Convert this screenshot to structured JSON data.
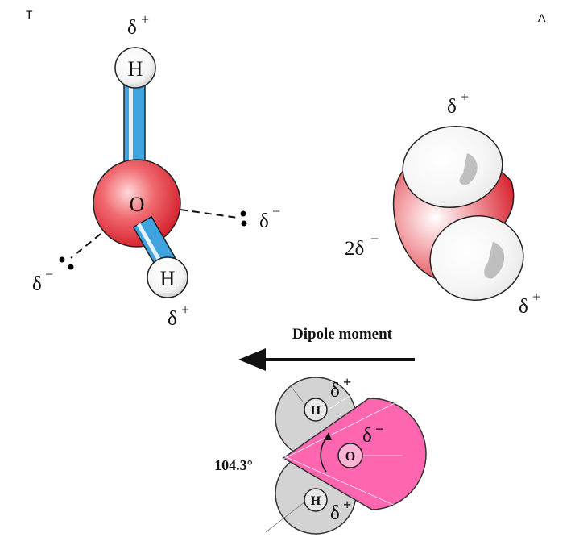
{
  "panel_labels": {
    "left": "T",
    "right": "A"
  },
  "atoms": {
    "hydrogen": "H",
    "oxygen": "O"
  },
  "charges": {
    "delta": "δ",
    "plus": "+",
    "minus": "−",
    "two_delta": "2δ"
  },
  "dipole": {
    "label": "Dipole moment"
  },
  "angle": {
    "label": "104.3°"
  },
  "colors": {
    "oxygen_red": "#e0303a",
    "bond_blue": "#3fa3e0",
    "lone_pair": "#000000",
    "hydrogen_white": "#ffffff",
    "angle_pink": "#ff66b0",
    "shell_gray": "#d3d3d3"
  }
}
